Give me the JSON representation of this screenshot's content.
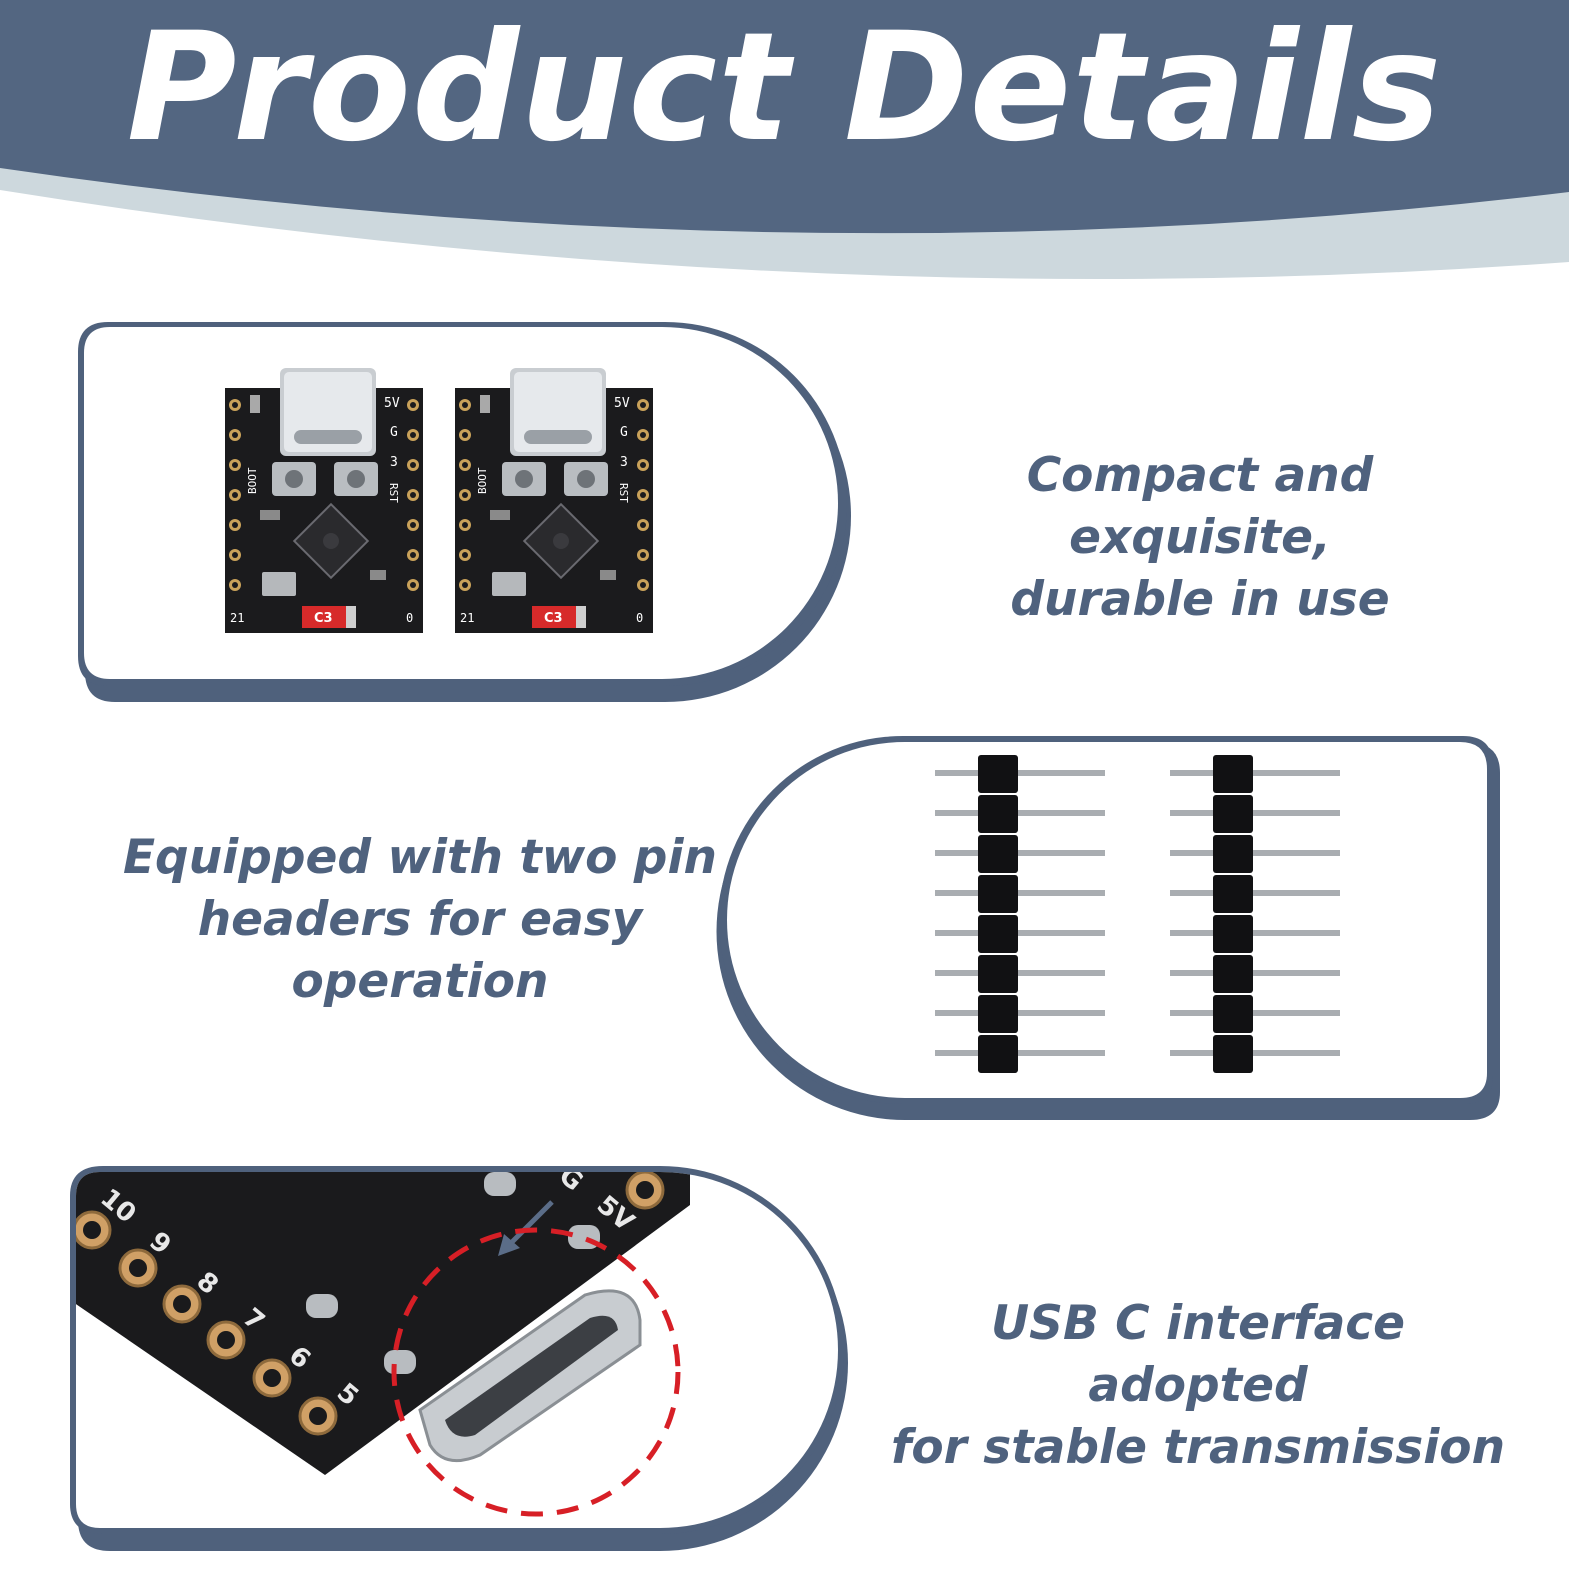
{
  "header": {
    "title": "Product Details"
  },
  "features": [
    {
      "lines": [
        "Compact and exquisite,",
        "durable in use"
      ]
    },
    {
      "lines": [
        "Equipped with two pin",
        "headers for easy",
        "operation"
      ]
    },
    {
      "lines": [
        "USB C interface adopted",
        "for stable transmission"
      ]
    }
  ],
  "board": {
    "labels": {
      "v5": "5V",
      "g": "G",
      "p3": "3",
      "rst": "RST",
      "boot": "BOOT",
      "chip": "C3",
      "p21": "21",
      "p0": "0"
    },
    "closeup_labels": [
      "10",
      "9",
      "8",
      "7",
      "6",
      "5",
      "G",
      "5V"
    ]
  },
  "colors": {
    "banner": "#536681",
    "banner_wave": "#cdd8dd",
    "frame": "#4f617c",
    "caption": "#4f627e",
    "pcb": "#1b1b1d",
    "highlight": "#d71f26"
  }
}
